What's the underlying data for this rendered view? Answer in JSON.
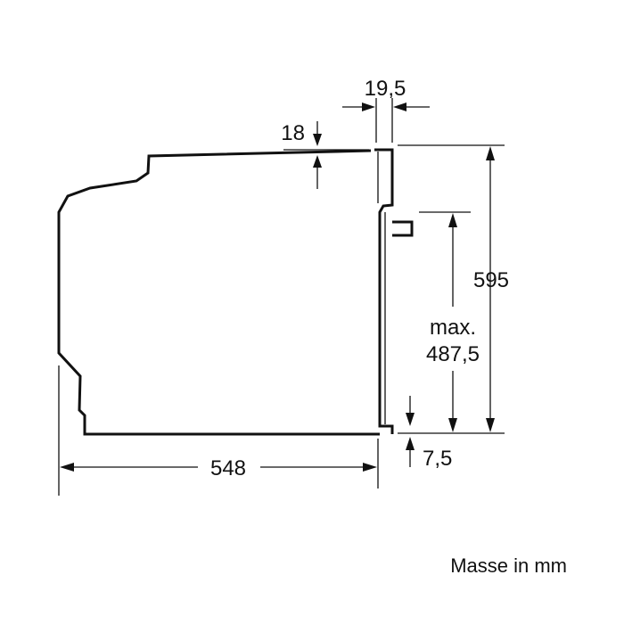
{
  "diagram": {
    "colors": {
      "line": "#111111",
      "background": "#ffffff"
    },
    "dimensions": {
      "top_gap": "18",
      "panel_thickness": "19,5",
      "total_height": "595",
      "max_label": "max.",
      "max_height": "487,5",
      "bottom_gap": "7,5",
      "depth": "548"
    },
    "note": "Masse in mm"
  }
}
